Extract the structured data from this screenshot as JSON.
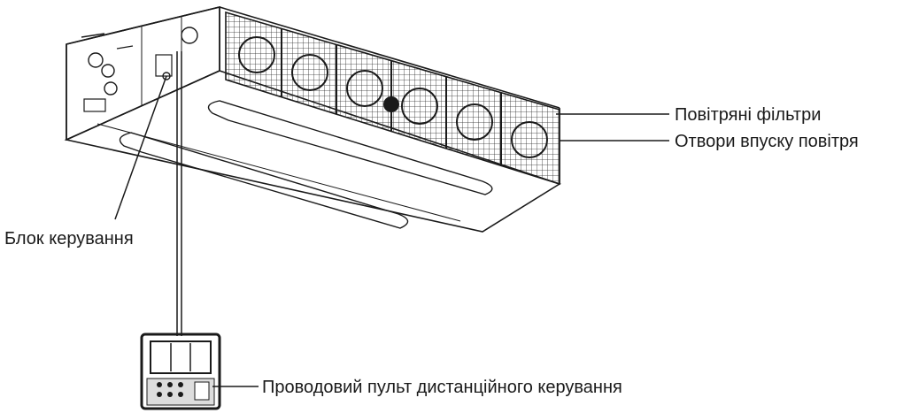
{
  "labels": {
    "air_filters": "Повітряні фільтри",
    "air_intakes": "Отвори впуску повітря",
    "control_box": "Блок керування",
    "wired_remote": "Проводовий пульт дистанційного керування"
  },
  "colors": {
    "line": "#1a1a1a",
    "background": "#ffffff",
    "mesh": "#2a2a2a"
  },
  "icons": [
    "duct-air-conditioner-unit-icon",
    "wired-remote-controller-icon"
  ]
}
